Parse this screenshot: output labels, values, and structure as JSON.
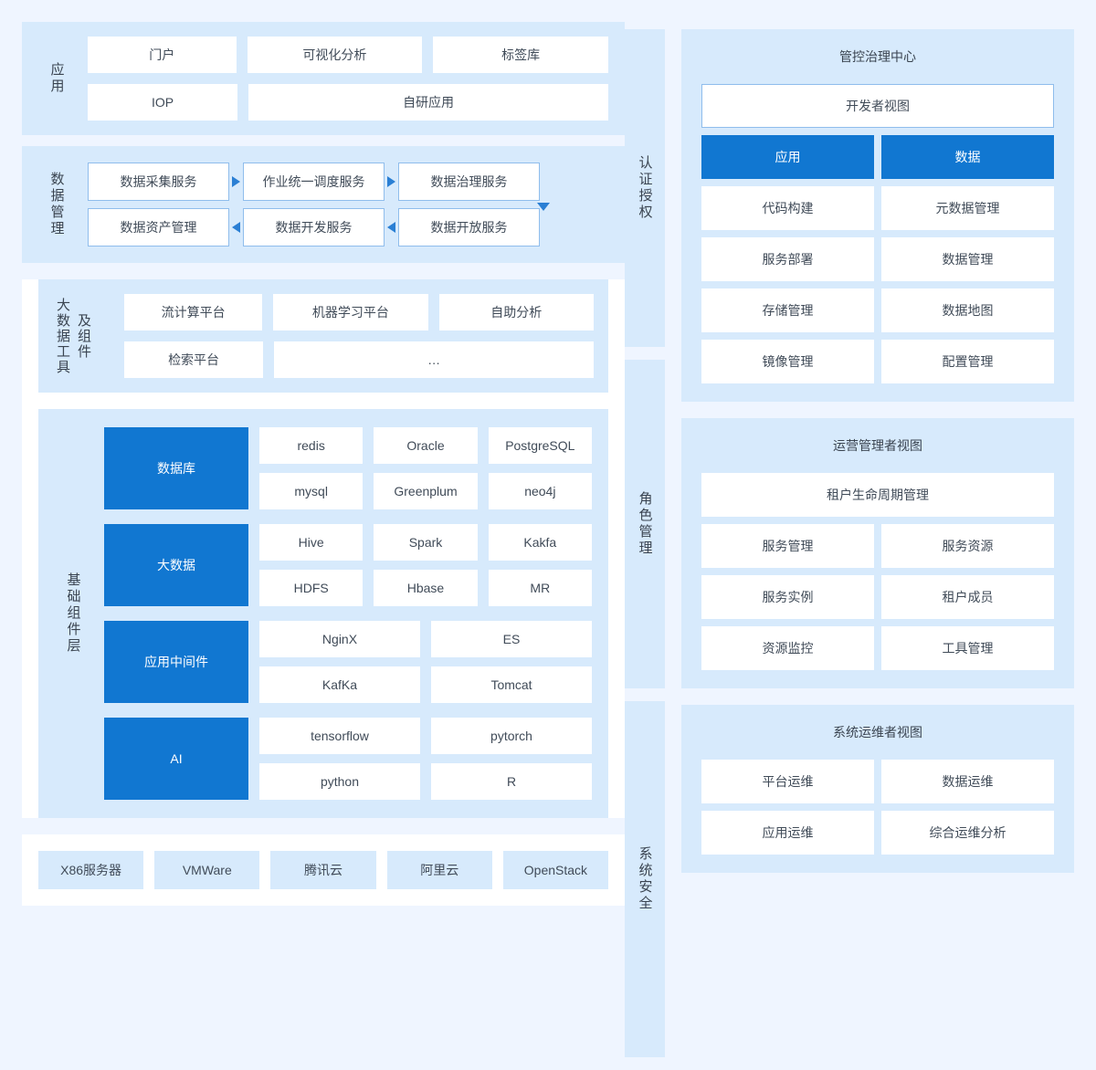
{
  "colors": {
    "accent": "#1177d1",
    "panel": "#d7eafc",
    "background": "#eff5ff",
    "arrow": "#2a7fd4",
    "border": "#8fbdec"
  },
  "left": {
    "application": {
      "label": "应用",
      "row1": [
        "门户",
        "可视化分析",
        "标签库"
      ],
      "row2": [
        "IOP",
        "自研应用"
      ]
    },
    "data_management": {
      "label": "数据管理",
      "row1": [
        "数据采集服务",
        "作业统一调度服务",
        "数据治理服务"
      ],
      "row2": [
        "数据资产管理",
        "数据开发服务",
        "数据开放服务"
      ],
      "arrow_right": "▶",
      "arrow_left": "◀",
      "arrow_down": "▼"
    },
    "bigdata_tools": {
      "label_col1": "大数据工具",
      "label_col2": "及组件",
      "row1": [
        "流计算平台",
        "机器学习平台",
        "自助分析"
      ],
      "row2": [
        "检索平台",
        "…"
      ]
    },
    "infra_components": {
      "label": "基础组件层",
      "groups": [
        {
          "key": "数据库",
          "row1": [
            "redis",
            "Oracle",
            "PostgreSQL"
          ],
          "row2": [
            "mysql",
            "Greenplum",
            "neo4j"
          ]
        },
        {
          "key": "大数据",
          "row1": [
            "Hive",
            "Spark",
            "Kakfa"
          ],
          "row2": [
            "HDFS",
            "Hbase",
            "MR"
          ]
        },
        {
          "key": "应用中间件",
          "row1": [
            "NginX",
            "ES"
          ],
          "row2": [
            "KafKa",
            "Tomcat"
          ]
        },
        {
          "key": "AI",
          "row1": [
            "tensorflow",
            "pytorch"
          ],
          "row2": [
            "python",
            "R"
          ]
        }
      ]
    },
    "infrastructure": {
      "items": [
        "X86服务器",
        "VMWare",
        "腾讯云",
        "阿里云",
        "OpenStack"
      ]
    }
  },
  "right": {
    "strips": [
      {
        "label": "认证授权"
      },
      {
        "label": "角色管理"
      },
      {
        "label": "系统安全"
      }
    ],
    "panels": [
      {
        "title": "管控治理中心",
        "hero": "开发者视图",
        "highlight_row": [
          "应用",
          "数据"
        ],
        "rows": [
          [
            "代码构建",
            "元数据管理"
          ],
          [
            "服务部署",
            "数据管理"
          ],
          [
            "存储管理",
            "数据地图"
          ],
          [
            "镜像管理",
            "配置管理"
          ]
        ]
      },
      {
        "title": "运营管理者视图",
        "hero": "租户生命周期管理",
        "rows": [
          [
            "服务管理",
            "服务资源"
          ],
          [
            "服务实例",
            "租户成员"
          ],
          [
            "资源监控",
            "工具管理"
          ]
        ]
      },
      {
        "title": "系统运维者视图",
        "rows": [
          [
            "平台运维",
            "数据运维"
          ],
          [
            "应用运维",
            "综合运维分析"
          ]
        ]
      }
    ]
  }
}
